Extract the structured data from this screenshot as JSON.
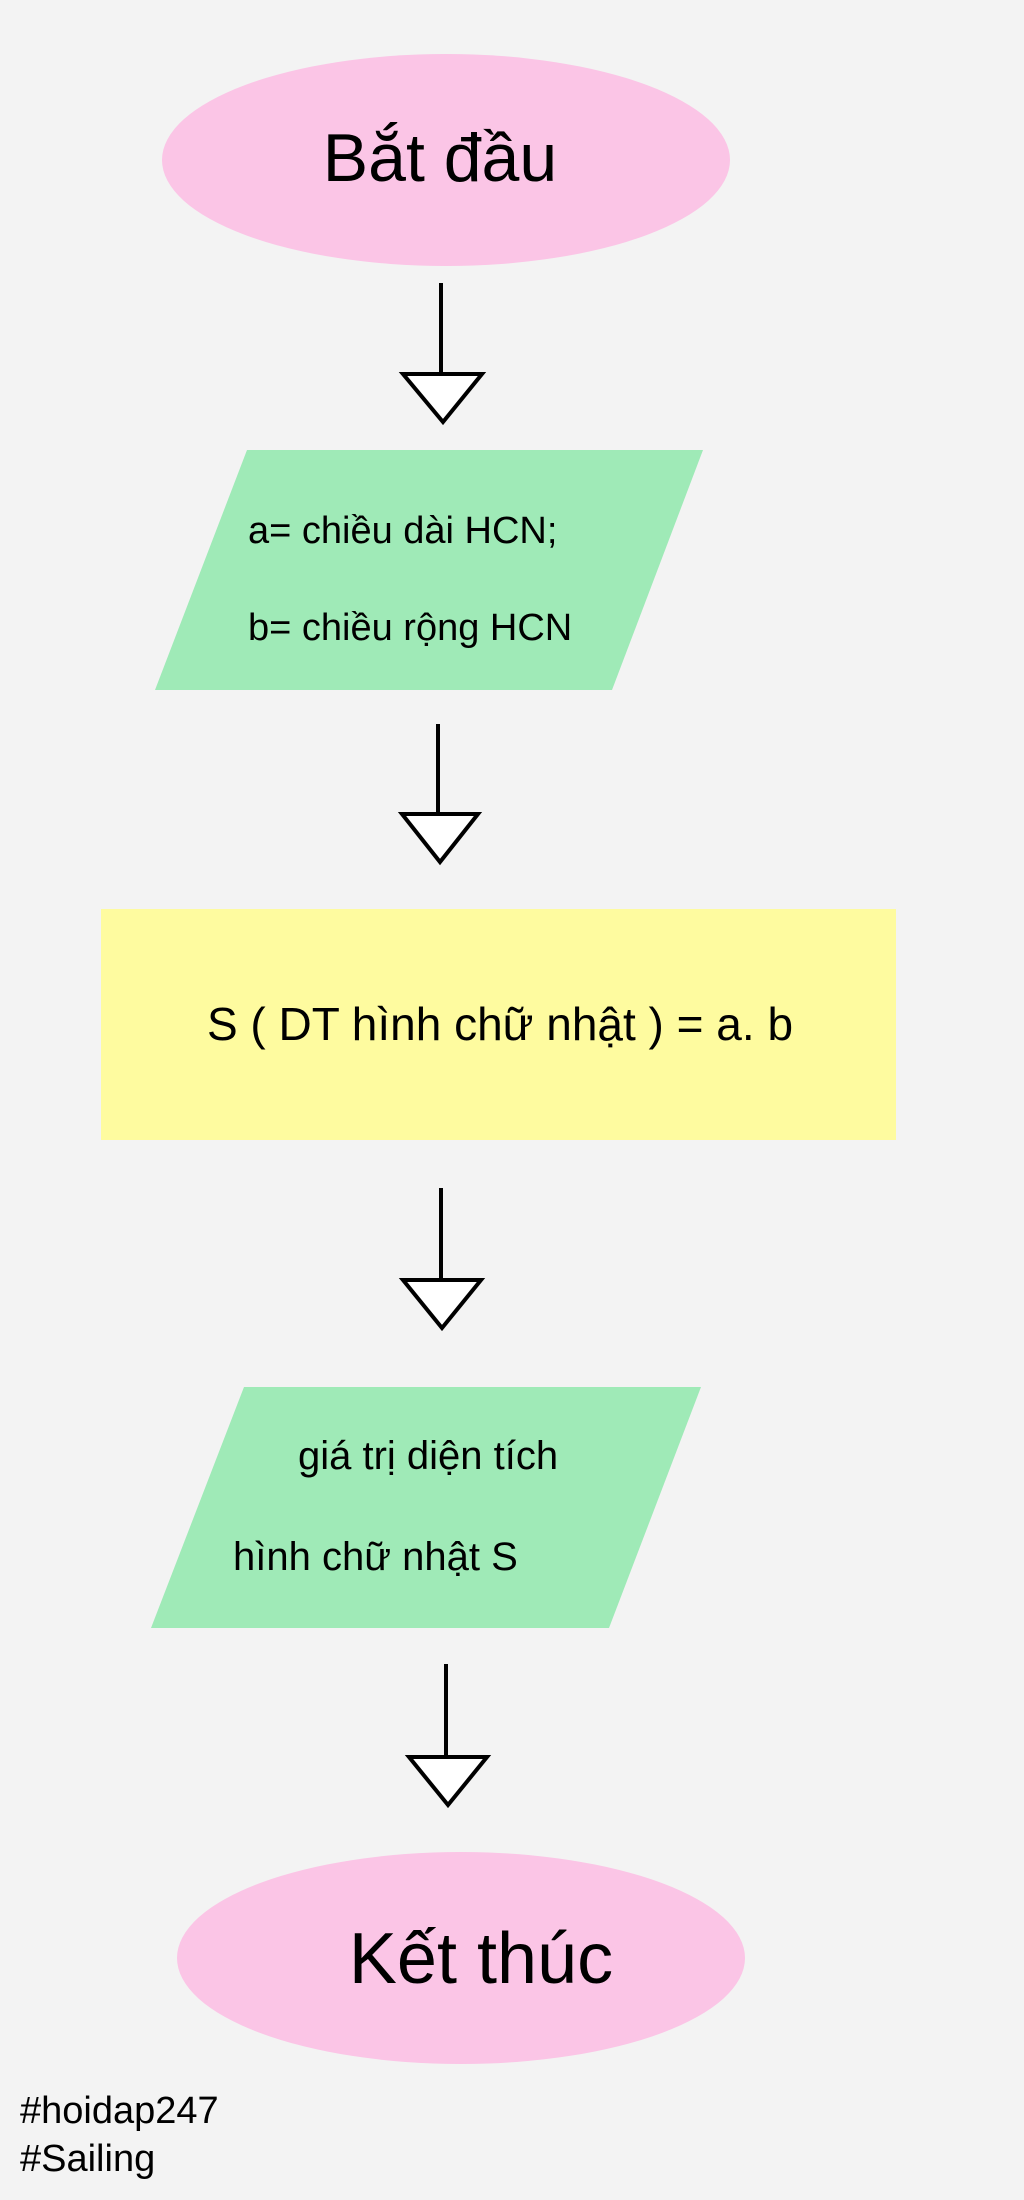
{
  "colors": {
    "background": "#f3f3f3",
    "terminal": "#fbc5e6",
    "io": "#9feab7",
    "process": "#fefb9f",
    "stroke": "#000000"
  },
  "start": {
    "label": "Bắt đầu"
  },
  "input": {
    "lines": [
      "a= chiều dài HCN;",
      "b= chiều rộng HCN"
    ]
  },
  "process": {
    "label": "S ( DT hình chữ nhật ) = a. b"
  },
  "output": {
    "lines": [
      "giá trị diện tích",
      "hình chữ nhật S"
    ]
  },
  "end": {
    "label": "Kết thúc"
  },
  "hashtags": [
    "#hoidap247",
    "#Sailing"
  ]
}
